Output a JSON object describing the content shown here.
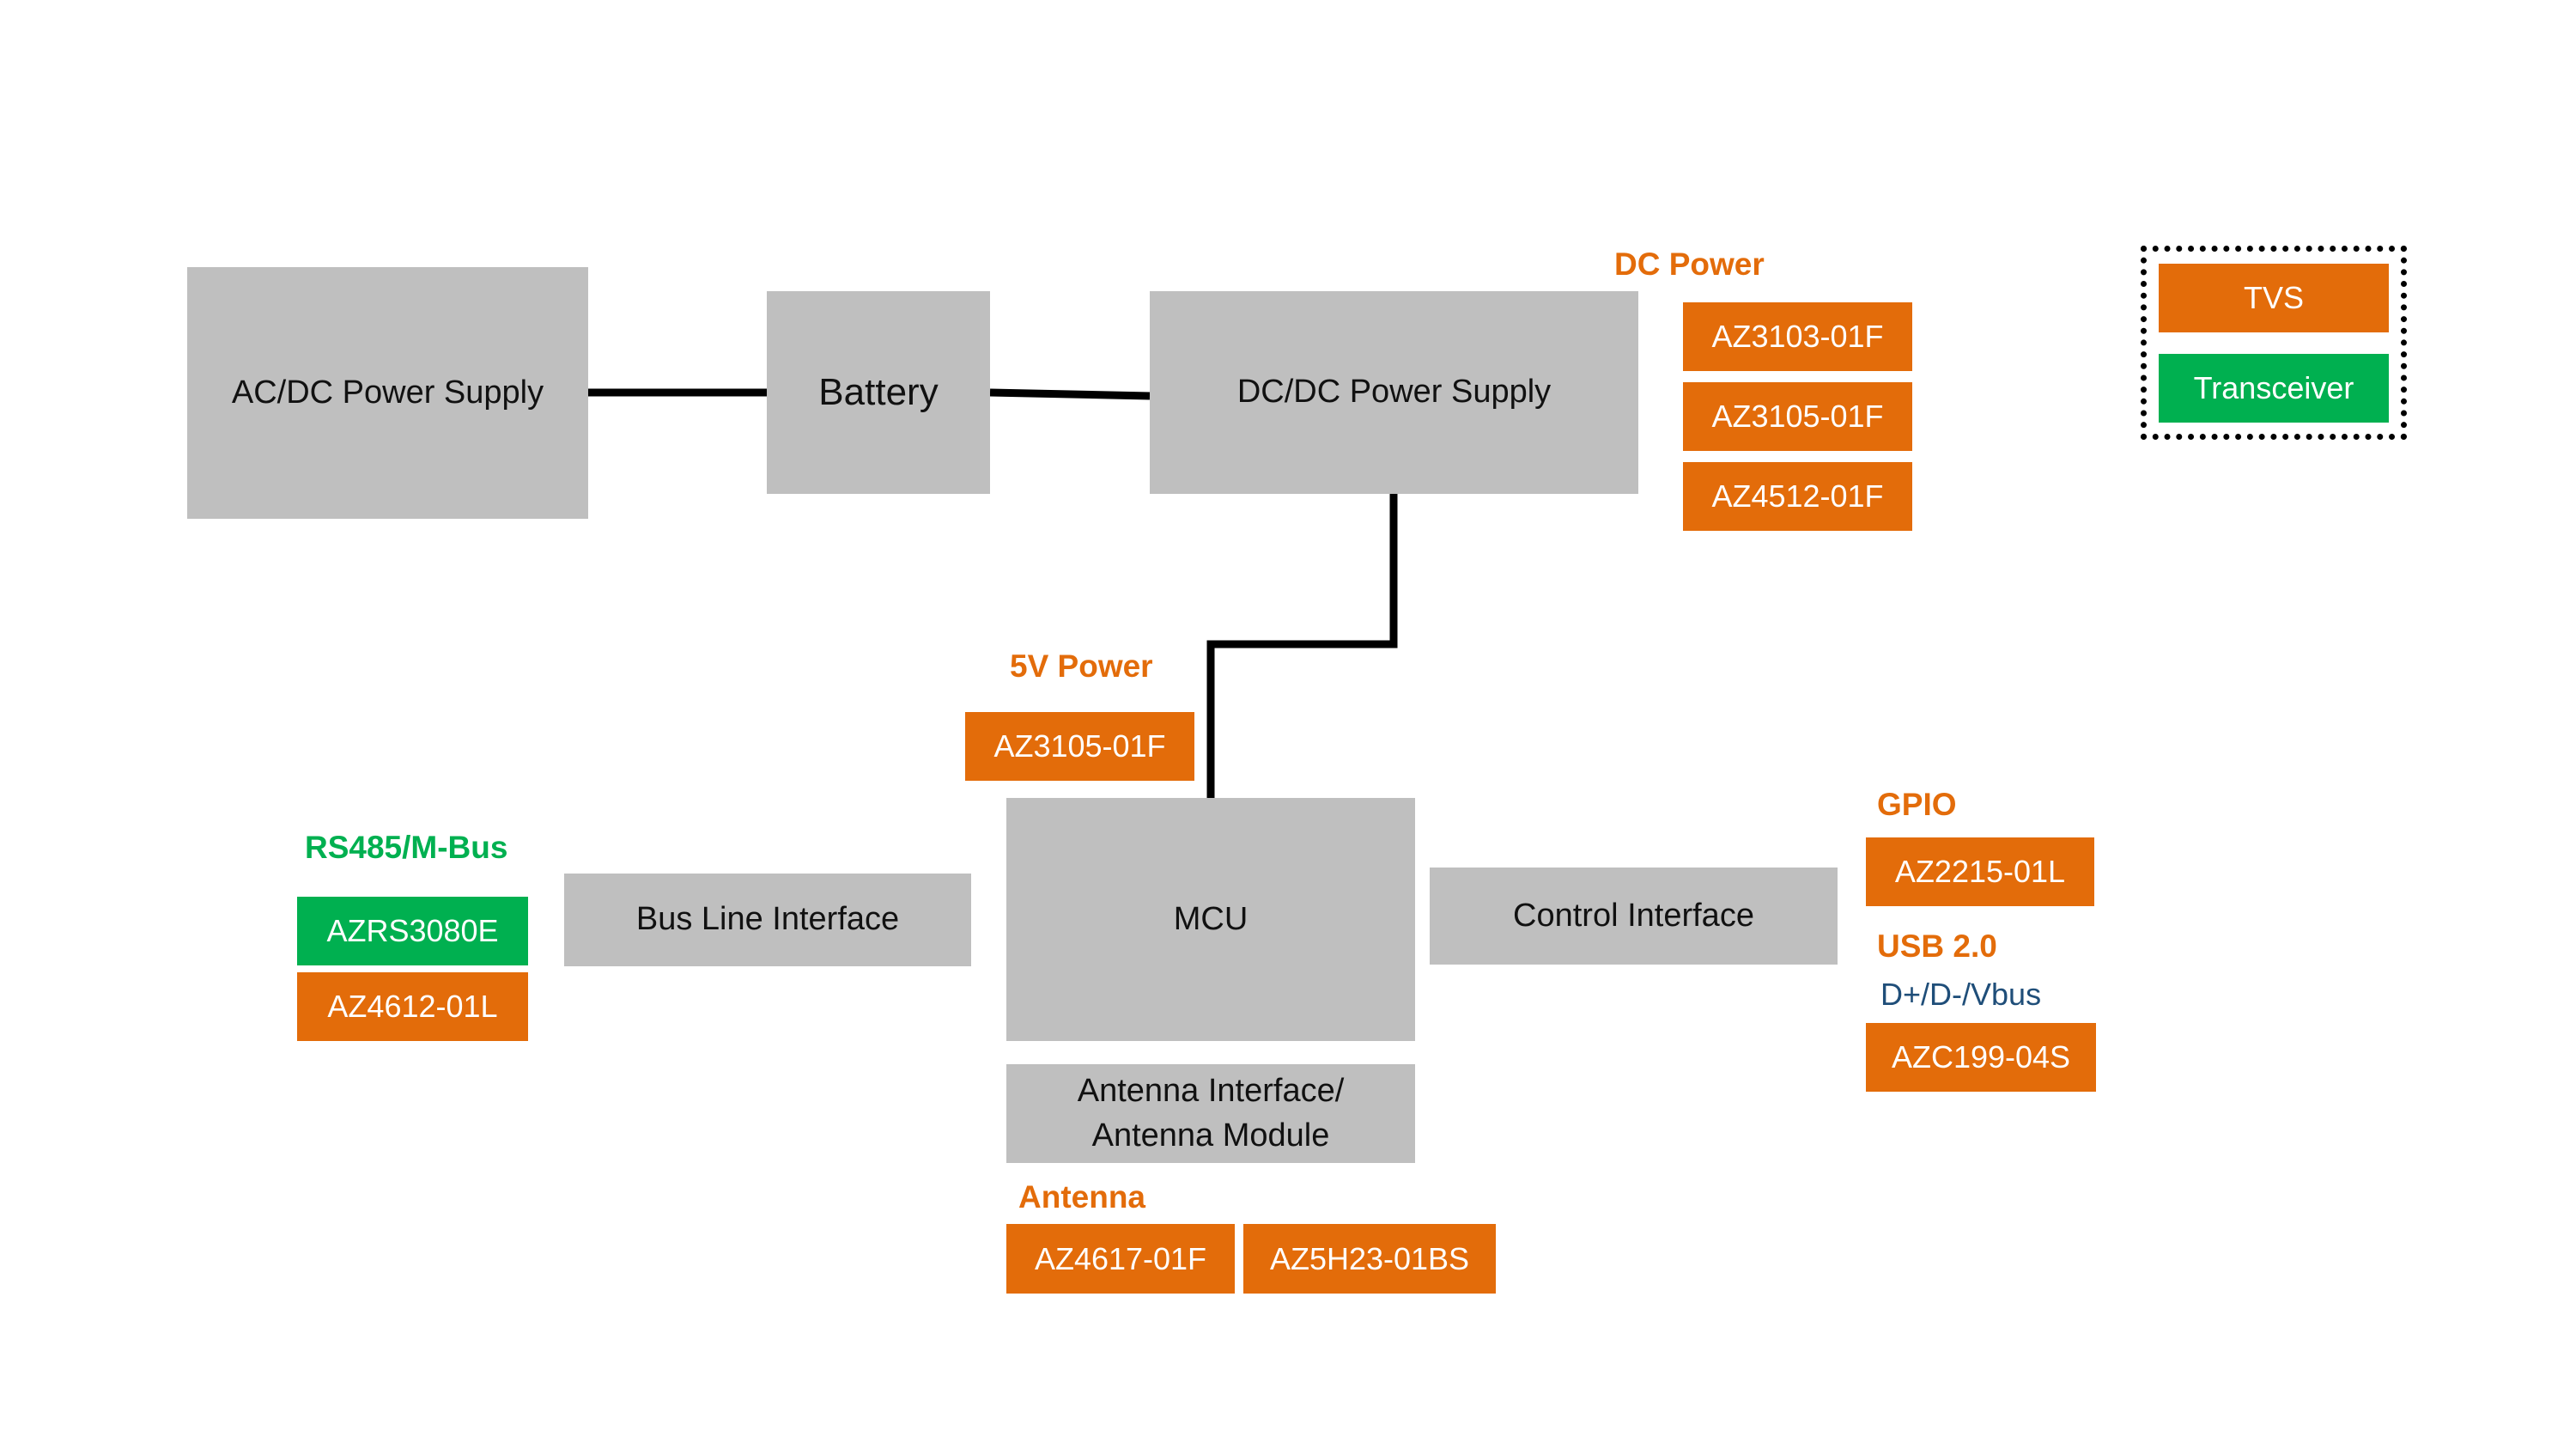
{
  "colors": {
    "tvs": "#e36c0a",
    "transceiver": "#00b050",
    "block": "#bfbfbf",
    "line": "#000000",
    "signal_text": "#1f4e79"
  },
  "blocks": {
    "acdc": "AC/DC Power Supply",
    "battery": "Battery",
    "dcdc": "DC/DC Power Supply",
    "mcu": "MCU",
    "bus_line": "Bus Line Interface",
    "control": "Control Interface",
    "antenna_line1": "Antenna Interface/",
    "antenna_line2": "Antenna Module"
  },
  "groups": {
    "dc_power": {
      "label": "DC Power",
      "parts": [
        "AZ3103-01F",
        "AZ3105-01F",
        "AZ4512-01F"
      ]
    },
    "five_v": {
      "label": "5V Power",
      "parts": [
        "AZ3105-01F"
      ]
    },
    "rs485": {
      "label": "RS485/M-Bus",
      "parts": [
        "AZRS3080E",
        "AZ4612-01L"
      ]
    },
    "gpio": {
      "label": "GPIO",
      "parts": [
        "AZ2215-01L"
      ]
    },
    "usb": {
      "label": "USB 2.0",
      "signals": "D+/D-/Vbus",
      "parts": [
        "AZC199-04S"
      ]
    },
    "antenna": {
      "label": "Antenna",
      "parts": [
        "AZ4617-01F",
        "AZ5H23-01BS"
      ]
    }
  },
  "legend": {
    "tvs": "TVS",
    "transceiver": "Transceiver"
  }
}
